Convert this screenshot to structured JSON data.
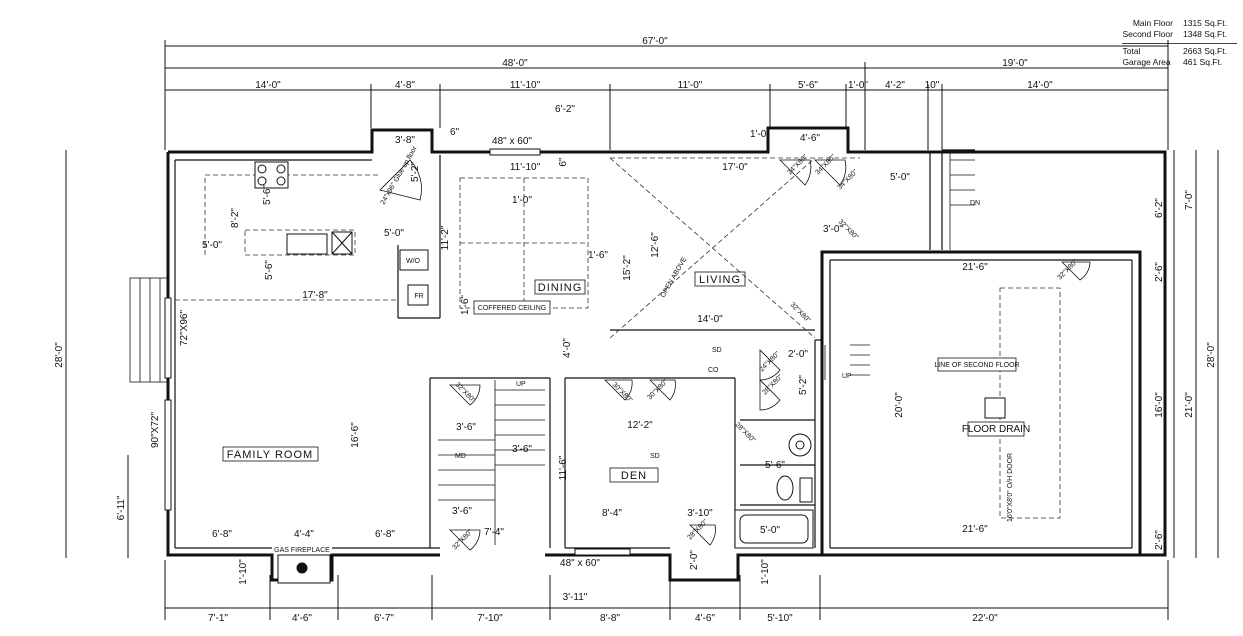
{
  "areas": {
    "main_floor": {
      "label": "Main Floor",
      "value": "1315 Sq.Ft."
    },
    "second_floor": {
      "label": "Second Floor",
      "value": "1348 Sq.Ft."
    },
    "total": {
      "label": "Total",
      "value": "2663 Sq.Ft."
    },
    "garage": {
      "label": "Garage Area",
      "value": "461 Sq.Ft."
    }
  },
  "overall": {
    "total_width": "67'-0\"",
    "house_width": "48'-0\"",
    "garage_width": "19'-0\"",
    "depth_left": "28'-0\"",
    "depth_right": "28'-0\""
  },
  "top_dims": [
    "14'-0\"",
    "4'-8\"",
    "11'-10\"",
    "11'-0\"",
    "5'-6\"",
    "1'-0\"",
    "4'-2\"",
    "10\"",
    "14'-0\""
  ],
  "bottom_dims": [
    "7'-1\"",
    "4'-6\"",
    "6'-7\"",
    "7'-10\"",
    "8'-8\"",
    "4'-6\"",
    "5'-10\"",
    "22'-0\""
  ],
  "right_dims": [
    "7'-0\"",
    "6'-2\"",
    "2'-6\"",
    "16'-0\"",
    "21'-0\"",
    "2'-6\""
  ],
  "rooms": {
    "family_room": "FAMILY ROOM",
    "dining": "DINING",
    "living": "LIVING",
    "den": "DEN",
    "coffered": "COFFERED CEILING",
    "open_above": "OPEN ABOVE",
    "gas_fireplace": "GAS FIREPLACE",
    "line_second_floor": "LINE OF SECOND FLOOR",
    "floor_drain": "FLOOR DRAIN",
    "ohdoor": "16'0\"X8'0\" O/H DOOR",
    "wo": "W/O",
    "fr": "FR",
    "sd1": "SD",
    "sd2": "SD",
    "co": "CO",
    "glue": "24\"x96\" Glue up floor",
    "up1": "UP",
    "up2": "UP",
    "dn": "DN",
    "md": "MD"
  },
  "interior_dims": {
    "d_3_8": "3'-8\"",
    "d_6": "6\"",
    "d_6_2": "6'-2\"",
    "d_11_10": "11'-10\"",
    "d_17_0": "17'-0\"",
    "d_4_6": "4'-6\"",
    "d_1_0": "1'-0\"",
    "d_1_0b": "1'-0\"",
    "d_5_0": "5'-0\"",
    "d_5_0b": "5'-0\"",
    "d_5_0c": "5'-0\"",
    "d_8_2": "8'-2\"",
    "d_5_6": "5'-6\"",
    "d_5_6b": "5'-6\"",
    "d_17_8": "17'-8\"",
    "d_11_2": "11'-2\"",
    "d_12_6": "12'-6\"",
    "d_15_2": "15'-2\"",
    "d_14_0": "14'-0\"",
    "d_3_0": "3'-0\"",
    "d_5_2": "5'-2\"",
    "d_21_6": "21'-6\"",
    "d_21_6b": "21'-6\"",
    "d_20_0": "20'-0\"",
    "d_4_0": "4'-0\"",
    "d_16_6": "16'-6\"",
    "d_12_2": "12'-2\"",
    "d_11_6": "11'-6\"",
    "d_8_4": "8'-4\"",
    "d_3_10": "3'-10\"",
    "d_3_6": "3'-6\"",
    "d_3_6b": "3'-6\"",
    "d_3_6c": "3'-6\"",
    "d_7_4": "7'-4\"",
    "d_6_8": "6'-8\"",
    "d_4_4": "4'-4\"",
    "d_6_8b": "6'-8\"",
    "d_6_11": "6'-11\"",
    "d_1_10": "1'-10\"",
    "d_1_10b": "1'-10\"",
    "d_3_11": "3'-11\"",
    "d_2_0": "2'-0\"",
    "d_5_2b": "5'-2\"",
    "d_5_6c": "5'-6\"",
    "d_5_0d": "5'-0\"",
    "d_2_0b": "2'-0\"",
    "d_1_6": "1'-6\"",
    "d_1_6b": "1'-6\"",
    "d_6b": "6\""
  },
  "windows": {
    "w_72x96": "72\"X96\"",
    "w_90x72": "90\"X72\"",
    "w_48x60": "48\" x 60\"",
    "w_48x60b": "48\" x 60\""
  },
  "doors": [
    "24\"X80\"",
    "34\"X80\"",
    "34\"X80\"",
    "32\"X80\"",
    "32\"X80\"",
    "32\"X80\"",
    "32\"X80\"",
    "30\"X80\"",
    "30\"X80\"",
    "24\"X80\"",
    "28\"X80\"",
    "28\"X80\"",
    "28\"X80\"",
    "32\"X80\""
  ]
}
